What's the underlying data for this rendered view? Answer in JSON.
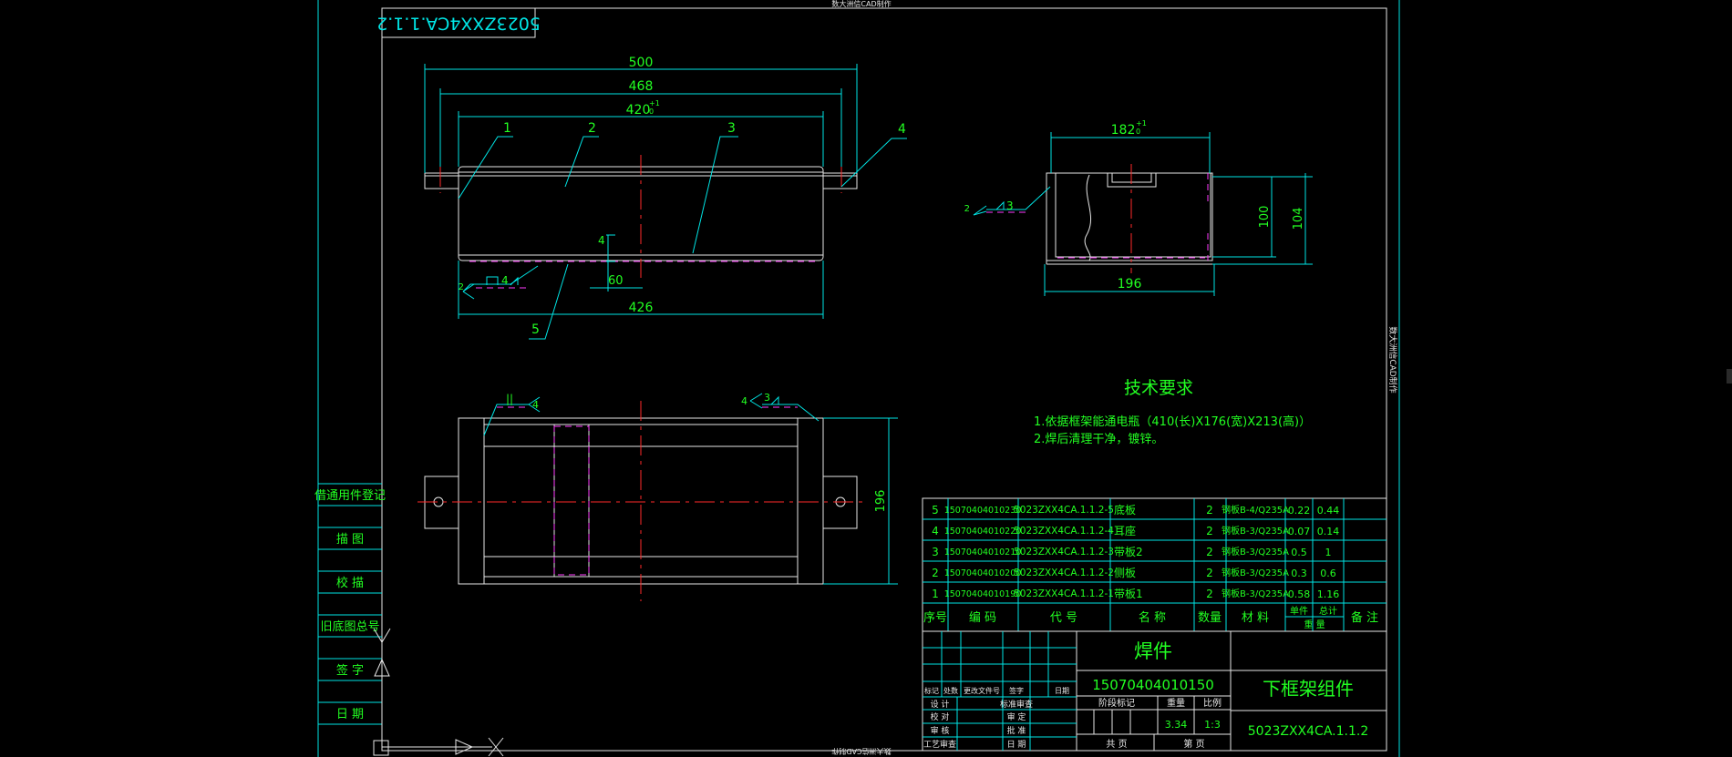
{
  "drawing": {
    "id_box": "5023ZXX4CA.1.1.2",
    "top_caption": "数大洲信CAD制作",
    "right_caption": "数大洲信CAD制作",
    "bottom_caption": "数大洲信CAD制作"
  },
  "side_labels": [
    "借通用件登记",
    "描 图",
    "校 描",
    "旧底图总号",
    "签 字",
    "日 期"
  ],
  "front_view": {
    "dims": {
      "overall": "500",
      "mid": "468",
      "inner": "420",
      "inner_tol": "+1\n0",
      "depth": "4",
      "offset": "60",
      "bottom": "426"
    },
    "balloons": [
      "1",
      "2",
      "3",
      "4",
      "5"
    ],
    "weld": {
      "left_num": "2",
      "size": "4"
    }
  },
  "side_view": {
    "dims": {
      "width_top": "182",
      "width_tol": "+1\n0",
      "height_inner": "100",
      "height_outer": "104",
      "width_bottom": "196"
    },
    "weld": {
      "num": "2",
      "size": "3"
    }
  },
  "top_view": {
    "dims": {
      "depth": "196"
    },
    "weld_left": {
      "mark": "||",
      "num": "4"
    },
    "weld_right": {
      "num": "4",
      "size": "3"
    }
  },
  "tech": {
    "title": "技术要求",
    "line1": "1.依据框架能通电瓶（410(长)X176(宽)X213(高)）",
    "line2": "2.焊后清理干净，镀锌。"
  },
  "bom": {
    "rows": [
      {
        "no": "5",
        "code": "15070404010230",
        "drawing": "5023ZXX4CA.1.1.2-5",
        "name": "底板",
        "qty": "2",
        "material": "钢板B-4/Q235A",
        "unit": "0.22",
        "total": "0.44"
      },
      {
        "no": "4",
        "code": "15070404010220",
        "drawing": "5023ZXX4CA.1.1.2-4",
        "name": "耳座",
        "qty": "2",
        "material": "钢板B-3/Q235A",
        "unit": "0.07",
        "total": "0.14"
      },
      {
        "no": "3",
        "code": "15070404010210",
        "drawing": "5023ZXX4CA.1.1.2-3",
        "name": "带板2",
        "qty": "2",
        "material": "钢板B-3/Q235A",
        "unit": "0.5",
        "total": "1"
      },
      {
        "no": "2",
        "code": "15070404010200",
        "drawing": "5023ZXX4CA.1.1.2-2",
        "name": "侧板",
        "qty": "2",
        "material": "钢板B-3/Q235A",
        "unit": "0.3",
        "total": "0.6"
      },
      {
        "no": "1",
        "code": "15070404010190",
        "drawing": "5023ZXX4CA.1.1.2-1",
        "name": "带板1",
        "qty": "2",
        "material": "钢板B-3/Q235A",
        "unit": "0.58",
        "total": "1.16"
      }
    ],
    "headers": {
      "no": "序号",
      "code": "编 码",
      "drawing": "代 号",
      "name": "名 称",
      "qty": "数量",
      "material": "材 料",
      "unit": "单件",
      "total": "总计",
      "weight": "重 量",
      "note": "备 注"
    }
  },
  "title_block": {
    "part_type": "焊件",
    "code": "15070404010150",
    "name": "下框架组件",
    "drawing_no": "5023ZXX4CA.1.1.2",
    "weight": "3.34",
    "scale": "1:3",
    "label_stage": "阶段标记",
    "label_weight": "重量",
    "label_scale": "比例",
    "label_sheets": "共  页",
    "label_sheet": "第  页",
    "rev_headers": [
      "标记",
      "处数",
      "更改文件号",
      "签字",
      "日期"
    ],
    "roles_left": [
      "设 计",
      "校 对",
      "审 核",
      "工艺审查"
    ],
    "roles_right": [
      "标准审查",
      "审 定",
      "批 准",
      "日 期"
    ]
  }
}
